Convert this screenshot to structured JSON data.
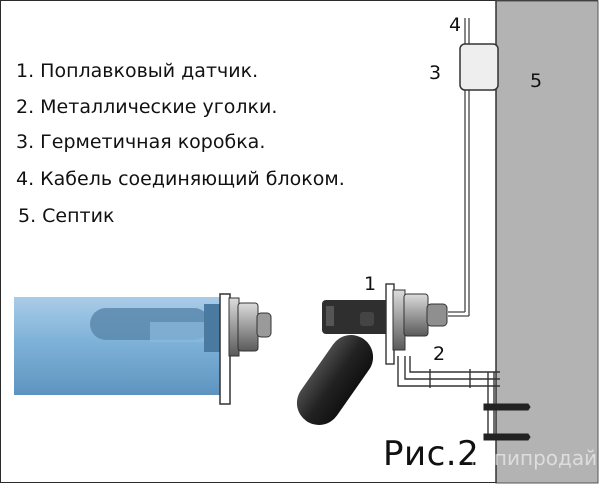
{
  "legend": {
    "item1": "1. Поплавковый датчик.",
    "item2": "2. Металлические уголки.",
    "item3": "3. Герметичная коробка.",
    "item4": "4. Кабель соединяющий блоком.",
    "item5": "5. Септик"
  },
  "callouts": {
    "n1": "1",
    "n2": "2",
    "n3": "3",
    "n4": "4",
    "n5": "5"
  },
  "caption": "Рис.2",
  "watermark": "купипродай",
  "colors": {
    "wall": "#b3b3b3",
    "float_body": "#7fb2d8",
    "sensor_dark": "#2c2c2c",
    "metal": "#8a8a8a",
    "box": "#f0f0f0"
  }
}
